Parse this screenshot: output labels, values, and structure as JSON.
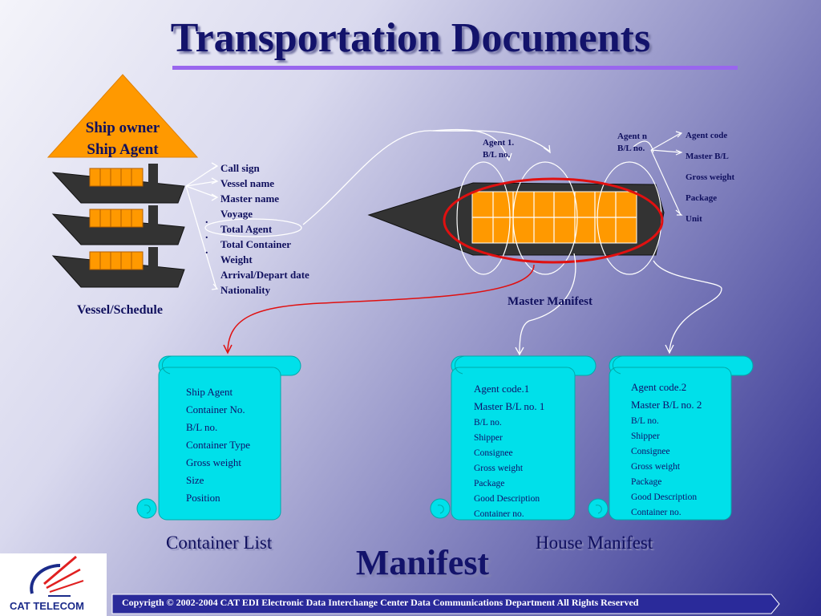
{
  "title": "Transportation Documents",
  "triangle": {
    "line1": "Ship owner",
    "line2": "Ship Agent"
  },
  "vessel_caption": "Vessel/Schedule",
  "vessel_fields": [
    "Call sign",
    "Vessel name",
    "Master name",
    "Voyage",
    "Total Agent",
    "Total Container",
    "Weight",
    "Arrival/Depart date",
    "Nationality"
  ],
  "agent1_label": [
    "Agent 1.",
    "B/L no."
  ],
  "agentn_label": [
    "Agent n",
    "B/L no."
  ],
  "agent_fields": [
    "Agent code",
    "Master B/L",
    "Gross weight",
    "Package",
    "Unit"
  ],
  "master_manifest_caption": "Master Manifest",
  "container_list": {
    "items": [
      "Ship Agent",
      "Container No.",
      "B/L no.",
      "Container Type",
      "Gross weight",
      "Size",
      "Position"
    ],
    "caption": "Container List"
  },
  "house_manifest_1": {
    "header": [
      "Agent code.1",
      "Master B/L no. 1"
    ],
    "items": [
      "B/L no.",
      "Shipper",
      "Consignee",
      "Gross weight",
      "Package",
      "Good Description",
      "Container no."
    ]
  },
  "house_manifest_2": {
    "header": [
      "Agent code.2",
      "Master B/L no. 2"
    ],
    "items": [
      "B/L no.",
      "Shipper",
      "Consignee",
      "Gross weight",
      "Package",
      "Good Description",
      "Container no."
    ]
  },
  "house_manifest_caption": "House Manifest",
  "manifest_word": "Manifest",
  "logo_text": "CAT TELECOM",
  "footer": "Copyrigth © 2002-2004  CAT EDI   Electronic Data Interchange Center    Data Communications Department All Rights Reserved",
  "colors": {
    "title": "#13136b",
    "triangle": "#ff9900",
    "scroll": "#00e0ea",
    "container": "#ff9900",
    "highlight": "#e01010"
  }
}
